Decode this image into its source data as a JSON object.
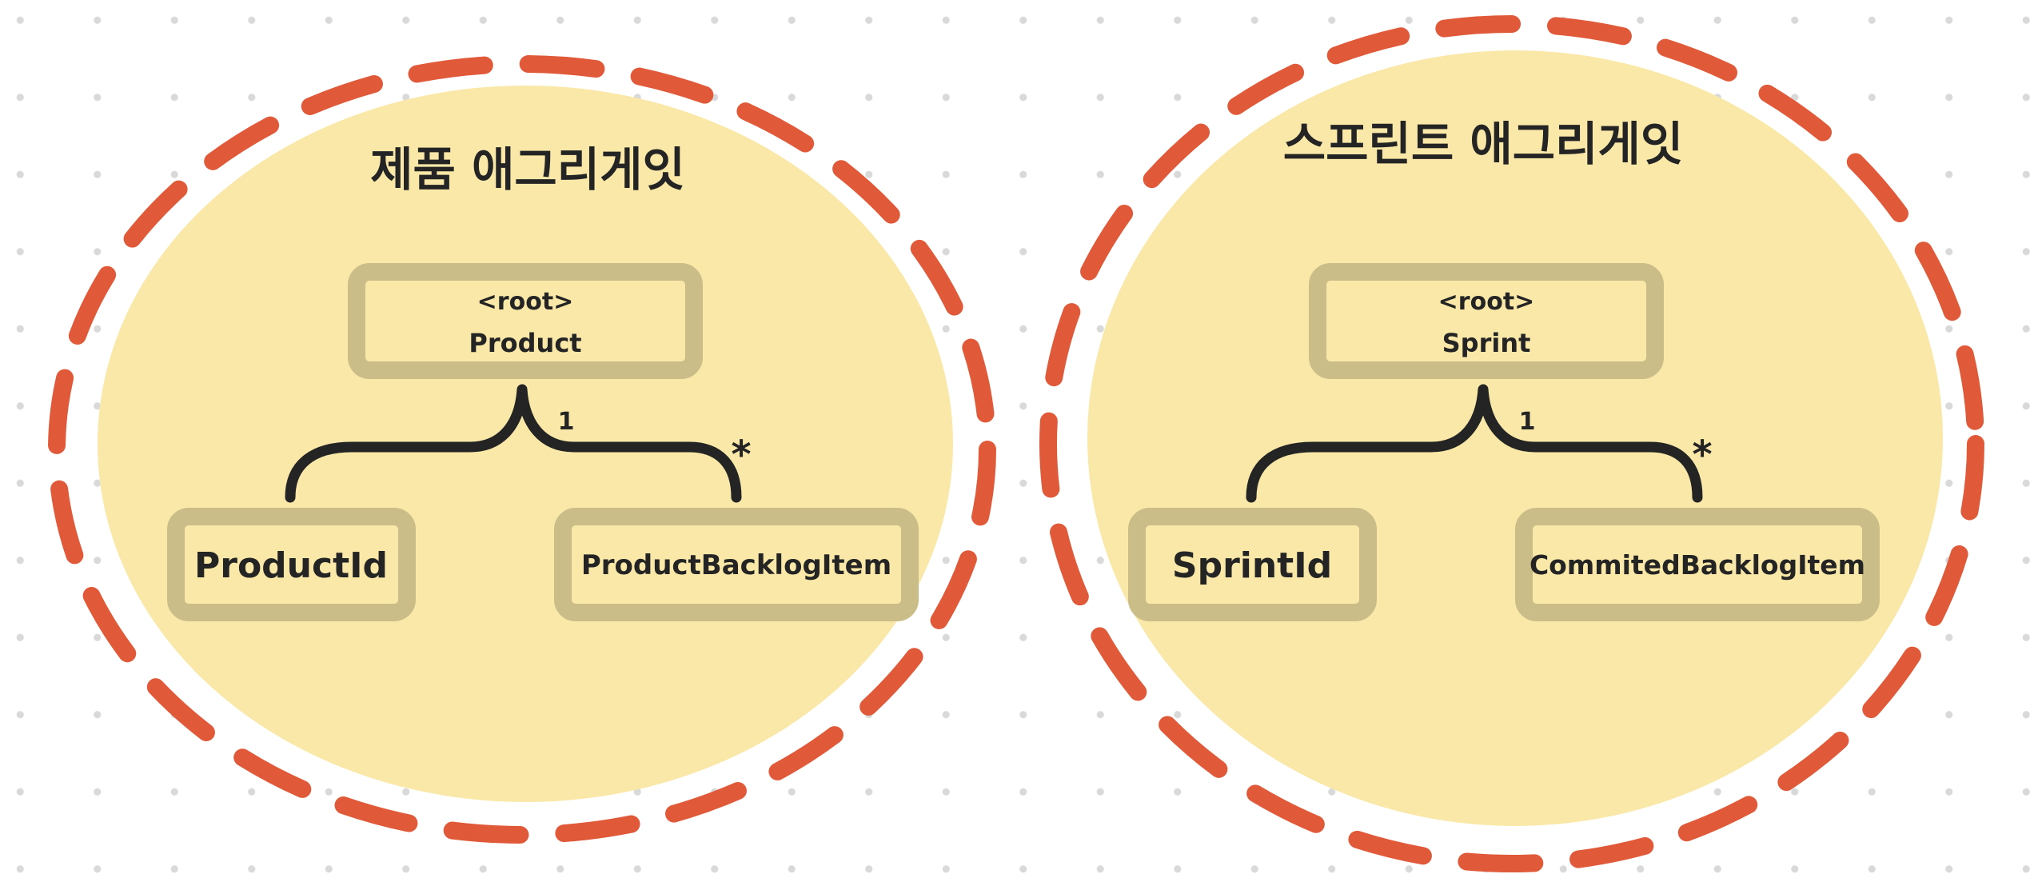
{
  "colors": {
    "fill": "#f9e8a8",
    "dash": "#e05a3a",
    "box_border": "#cbbd87",
    "box_fill": "#f9e8a8",
    "connector": "#242424",
    "text": "#242424"
  },
  "aggregates": [
    {
      "title": "제품 애그리게잇",
      "root": {
        "stereotype": "<root>",
        "name": "Product"
      },
      "multiplicity_one": "1",
      "multiplicity_many": "*",
      "left_child": "ProductId",
      "right_child": "ProductBacklogItem"
    },
    {
      "title": "스프린트 애그리게잇",
      "root": {
        "stereotype": "<root>",
        "name": "Sprint"
      },
      "multiplicity_one": "1",
      "multiplicity_many": "*",
      "left_child": "SprintId",
      "right_child": "CommitedBacklogItem"
    }
  ]
}
